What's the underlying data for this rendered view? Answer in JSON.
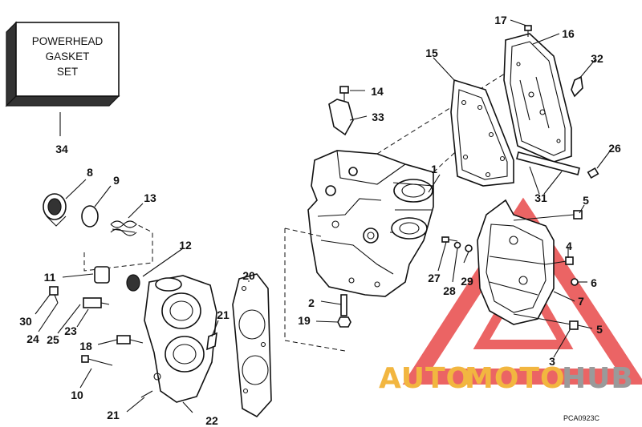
{
  "gasket_box": {
    "lines": [
      "POWERHEAD",
      "GASKET",
      "SET"
    ]
  },
  "callouts": {
    "c1": "1",
    "c2": "2",
    "c3": "3",
    "c4": "4",
    "c5a": "5",
    "c5b": "5",
    "c6": "6",
    "c7": "7",
    "c8": "8",
    "c9": "9",
    "c10": "10",
    "c11": "11",
    "c12": "12",
    "c13": "13",
    "c14": "14",
    "c15": "15",
    "c16": "16",
    "c17": "17",
    "c18": "18",
    "c19": "19",
    "c20": "20",
    "c21a": "21",
    "c21b": "21",
    "c22": "22",
    "c23": "23",
    "c24": "24",
    "c25": "25",
    "c26": "26",
    "c27": "27",
    "c28": "28",
    "c29": "29",
    "c30": "30",
    "c31": "31",
    "c32": "32",
    "c33": "33",
    "c34": "34"
  },
  "ref_code": "PCA0923C",
  "watermark": {
    "part1": "AUTO",
    "part2": "MOTO",
    "part3": "HUB",
    "colors": {
      "orange": "#f2b640",
      "red": "#e8494a",
      "gray": "#9a9a9a"
    }
  }
}
